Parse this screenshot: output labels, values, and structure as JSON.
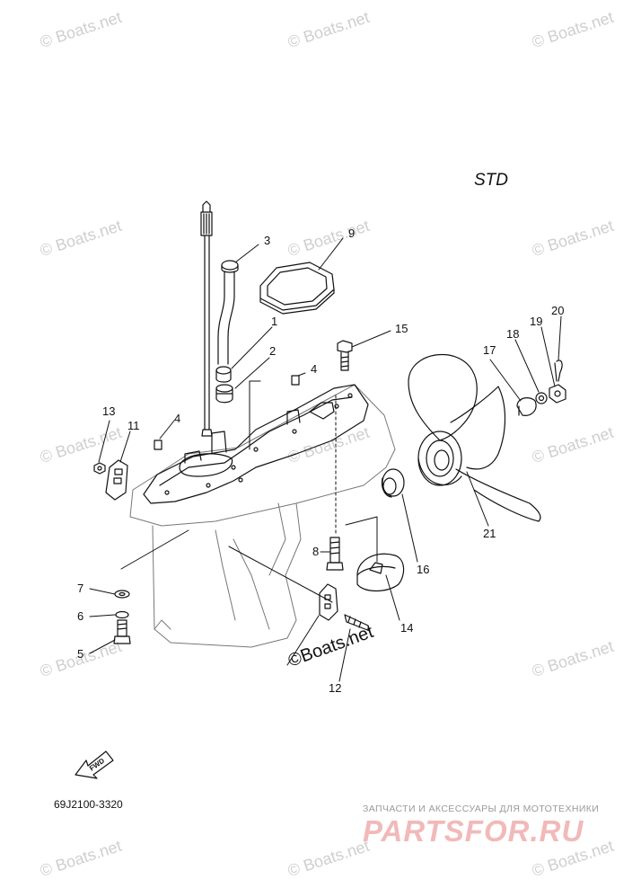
{
  "diagram": {
    "label": "STD",
    "drawing_code": "69J2100-3320",
    "fwd_arrow_text": "FWD",
    "watermark_text": "© Boats.net",
    "overlay_watermark": "©Boats.net",
    "shop_caption": "ЗАПЧАСТИ И АКСЕССУАРЫ ДЛЯ МОТОТЕХНИКИ",
    "shop_logo": "PARTSFOR.RU",
    "callouts": [
      {
        "number": "1"
      },
      {
        "number": "2"
      },
      {
        "number": "3"
      },
      {
        "number": "4"
      },
      {
        "number": "4"
      },
      {
        "number": "5"
      },
      {
        "number": "6"
      },
      {
        "number": "7"
      },
      {
        "number": "8"
      },
      {
        "number": "9"
      },
      {
        "number": "11"
      },
      {
        "number": "12"
      },
      {
        "number": "13"
      },
      {
        "number": "14"
      },
      {
        "number": "15"
      },
      {
        "number": "16"
      },
      {
        "number": "17"
      },
      {
        "number": "18"
      },
      {
        "number": "19"
      },
      {
        "number": "20"
      },
      {
        "number": "21"
      }
    ]
  }
}
